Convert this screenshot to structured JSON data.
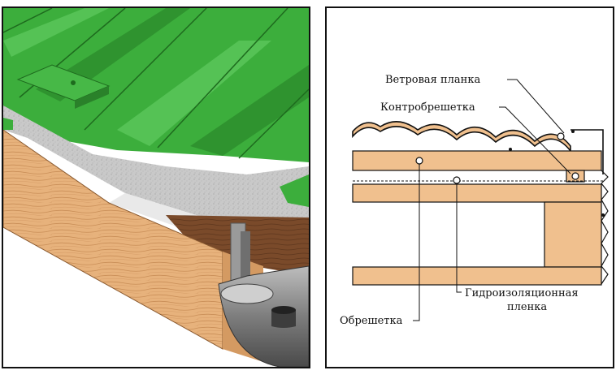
{
  "labels": {
    "wind_plank": "Ветровая планка",
    "counter_batten": "Контробрешетка",
    "waterproof_line1": "Гидроизоляционная",
    "waterproof_line2": "пленка",
    "batten": "Обрешетка"
  },
  "colors": {
    "roof_green": "#3cae3c",
    "roof_green_dark": "#2e8a2e",
    "wood": "#f0c08e",
    "wood_dark": "#c8915c",
    "membrane": "#cfcfcf",
    "gutter": "#8a8a8a"
  }
}
